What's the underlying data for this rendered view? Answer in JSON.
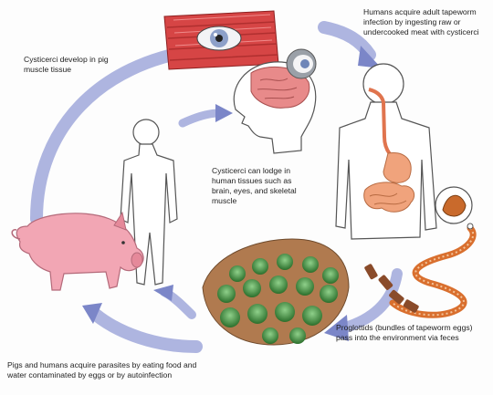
{
  "captions": {
    "human_acquire": "Humans acquire adult tapeworm infection by ingesting raw or undercooked meat with cysticerci",
    "cysticerci_develop": "Cysticerci develop in pig muscle tissue",
    "cysticerci_lodge": "Cysticerci can lodge in human tissues such as brain, eyes, and skeletal muscle",
    "proglottids": "Proglottids (bundles of tapeworm eggs) pass into the environment via feces",
    "pigs_humans": "Pigs and humans acquire parasites by eating food and water contaminated by eggs or by autoinfection"
  },
  "colors": {
    "arrow": "#7b86c8",
    "muscle": "#d64545",
    "pig": "#f2a6b4",
    "crop_leaf": "#2f7a2f",
    "soil": "#b07a4f",
    "brain": "#e88a8a",
    "intestine": "#f0a37c",
    "tapeworm": "#d96f2e",
    "outline": "#555555"
  },
  "icons": [
    "muscle-tissue-icon",
    "eye-icon",
    "human-head-icon",
    "human-figure-icon",
    "digestive-system-icon",
    "pig-icon",
    "crop-field-icon",
    "tapeworm-icon",
    "proglottid-icon"
  ]
}
